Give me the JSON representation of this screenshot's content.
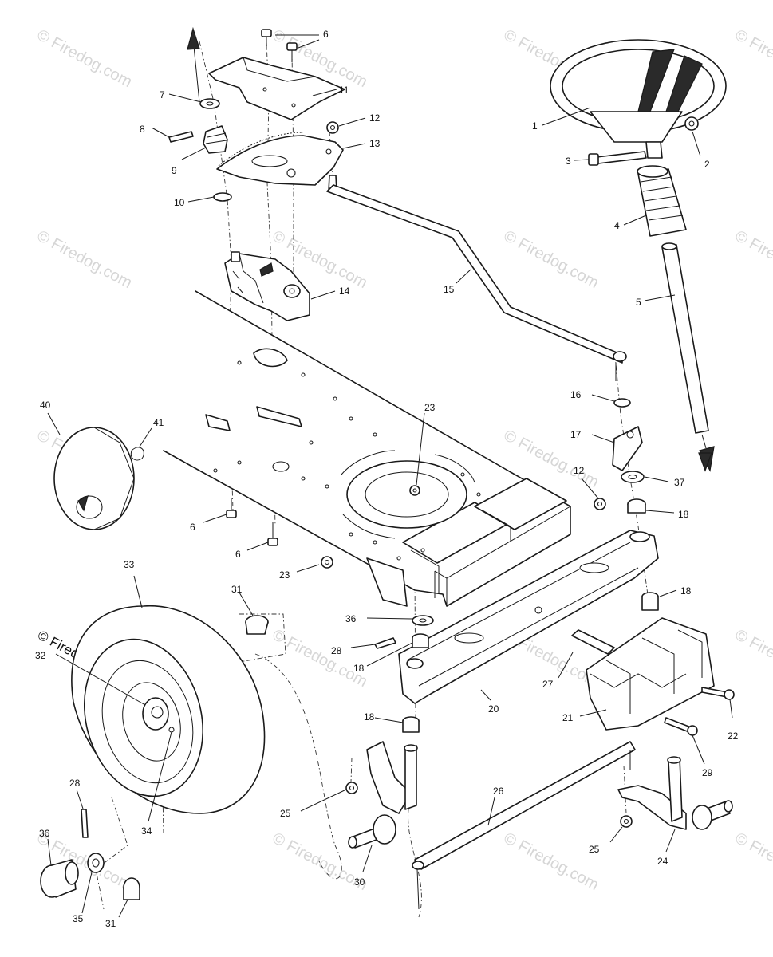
{
  "watermark": "© Firedog.com",
  "callouts": {
    "c1": "1",
    "c2": "2",
    "c3": "3",
    "c4": "4",
    "c5": "5",
    "c6a": "6",
    "c6b": "6",
    "c6c": "6",
    "c7": "7",
    "c8": "8",
    "c9": "9",
    "c10": "10",
    "c11": "11",
    "c12a": "12",
    "c12b": "12",
    "c13": "13",
    "c14": "14",
    "c15": "15",
    "c16": "16",
    "c17": "17",
    "c18a": "18",
    "c18b": "18",
    "c18c": "18",
    "c18d": "18",
    "c20": "20",
    "c21": "21",
    "c22": "22",
    "c23a": "23",
    "c23b": "23",
    "c24": "24",
    "c25a": "25",
    "c25b": "25",
    "c26": "26",
    "c27": "27",
    "c28a": "28",
    "c28b": "28",
    "c29": "29",
    "c30": "30",
    "c31a": "31",
    "c31b": "31",
    "c32": "32",
    "c33": "33",
    "c34": "34",
    "c35": "35",
    "c36a": "36",
    "c36b": "36",
    "c37": "37",
    "c40": "40",
    "c41": "41"
  }
}
